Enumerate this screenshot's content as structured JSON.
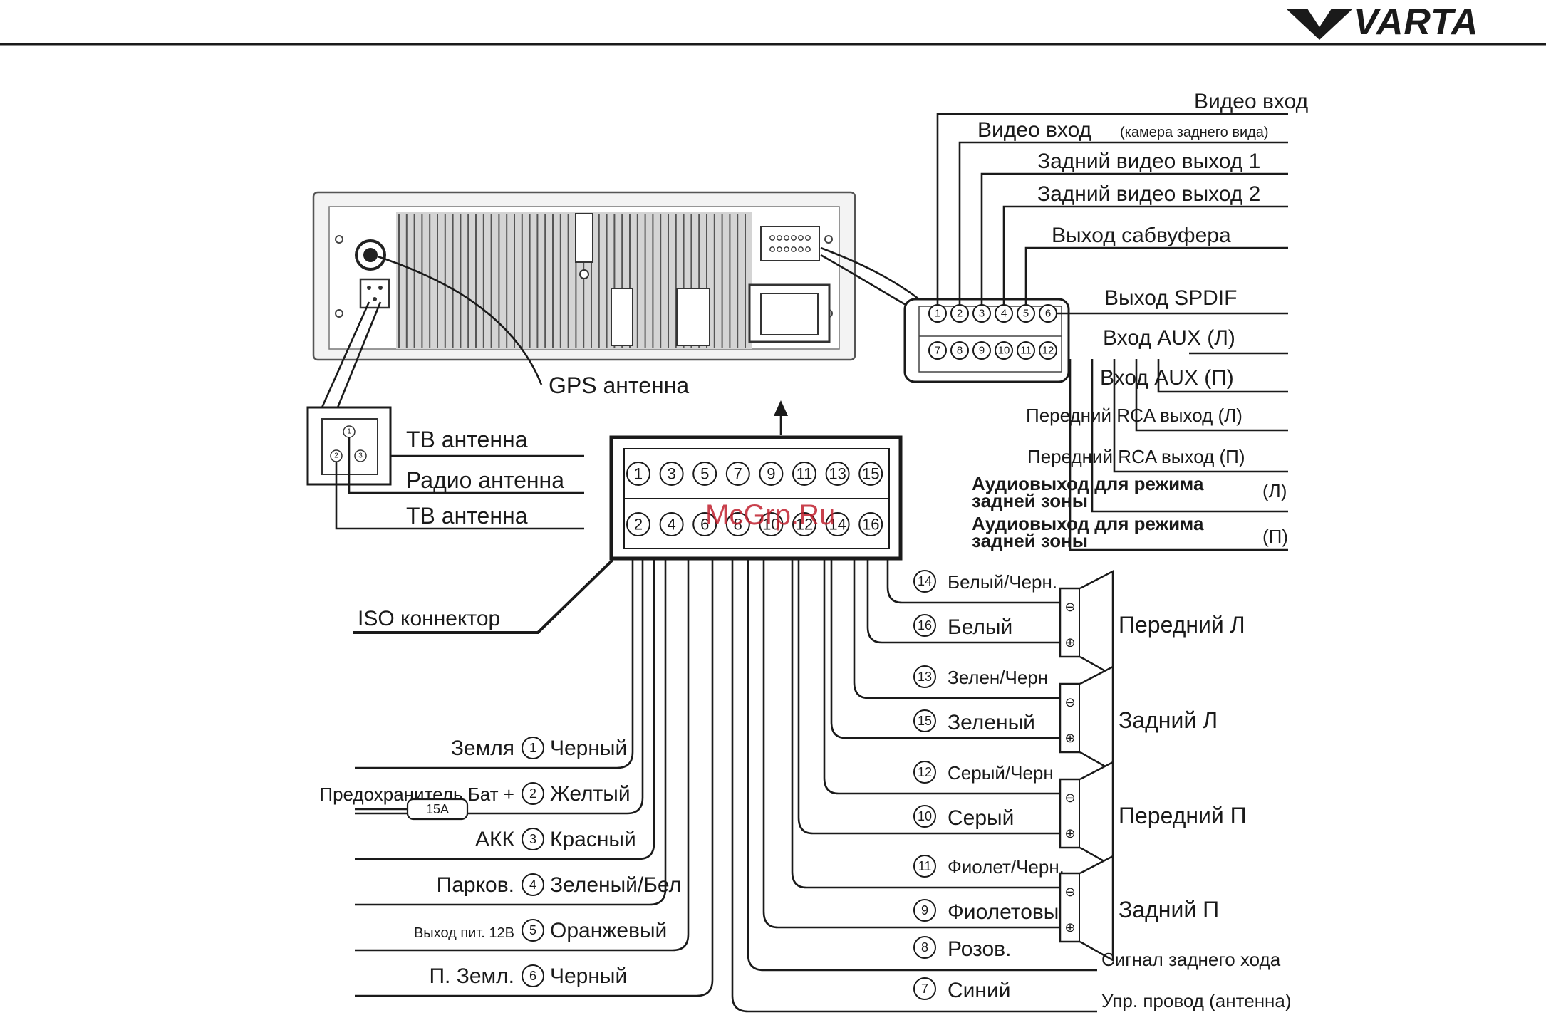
{
  "brand": {
    "logo_text": "VARTA"
  },
  "watermark": "McGrp.Ru",
  "headunit": {
    "gps_antenna": "GPS антенна"
  },
  "antenna_block": {
    "tv_antenna_1": "ТВ антенна",
    "radio_antenna": "Радио антенна",
    "tv_antenna_2": "ТВ антенна",
    "pins": [
      "1",
      "2",
      "3"
    ]
  },
  "rca_block": {
    "top_pins": [
      "1",
      "2",
      "3",
      "4",
      "5",
      "6"
    ],
    "bottom_pins": [
      "7",
      "8",
      "9",
      "10",
      "11",
      "12"
    ],
    "labels": {
      "video_in": "Видео вход",
      "video_in_cam": "Видео вход",
      "video_in_cam_note": "(камера заднего вида)",
      "rear_video_out_1": "Задний видео выход 1",
      "rear_video_out_2": "Задний видео выход 2",
      "sub_out": "Выход сабвуфера",
      "spdif_out": "Выход SPDIF",
      "aux_l": "Вход AUX (Л)",
      "aux_r": "Вход AUX (П)",
      "front_rca_l": "Передний RCA выход (Л)",
      "front_rca_r": "Передний RCA выход (П)",
      "rear_zone_audio_1": "Аудиовыход для режима",
      "rear_zone_audio_1b": "задней зоны",
      "rear_zone_l": "(Л)",
      "rear_zone_audio_2": "Аудиовыход для режима",
      "rear_zone_audio_2b": "задней зоны",
      "rear_zone_r": "(П)"
    }
  },
  "iso": {
    "label": "ISO коннектор",
    "top_pins": [
      "1",
      "3",
      "5",
      "7",
      "9",
      "11",
      "13",
      "15"
    ],
    "bottom_pins": [
      "2",
      "4",
      "6",
      "8",
      "10",
      "12",
      "14",
      "16"
    ]
  },
  "left_wires": [
    {
      "name": "Земля",
      "pin": "1",
      "color": "Черный"
    },
    {
      "name": "Предохранитель Бат +",
      "pin": "2",
      "color": "Желтый",
      "fuse": "15A"
    },
    {
      "name": "АКК",
      "pin": "3",
      "color": "Красный"
    },
    {
      "name": "Парков.",
      "pin": "4",
      "color": "Зеленый/Бел"
    },
    {
      "name": "Выход пит. 12В",
      "pin": "5",
      "color": "Оранжевый"
    },
    {
      "name": "П. Земл.",
      "pin": "6",
      "color": "Черный"
    }
  ],
  "speakers": [
    {
      "neg_pin": "14",
      "neg": "Белый/Черн.",
      "pos_pin": "16",
      "pos": "Белый",
      "name": "Передний Л"
    },
    {
      "neg_pin": "13",
      "neg": "Зелен/Черн",
      "pos_pin": "15",
      "pos": "Зеленый",
      "name": "Задний Л"
    },
    {
      "neg_pin": "12",
      "neg": "Серый/Черн",
      "pos_pin": "10",
      "pos": "Серый",
      "name": "Передний П"
    },
    {
      "neg_pin": "11",
      "neg": "Фиолет/Черн.",
      "pos_pin": "9",
      "pos": "Фиолетовый",
      "name": "Задний П"
    }
  ],
  "speaker_symbols": {
    "neg": "⊖",
    "pos": "⊕"
  },
  "right_wires": [
    {
      "pin": "8",
      "color": "Розов.",
      "function": "Сигнал заднего хода"
    },
    {
      "pin": "7",
      "color": "Синий",
      "function": "Упр. провод (антенна)"
    }
  ]
}
